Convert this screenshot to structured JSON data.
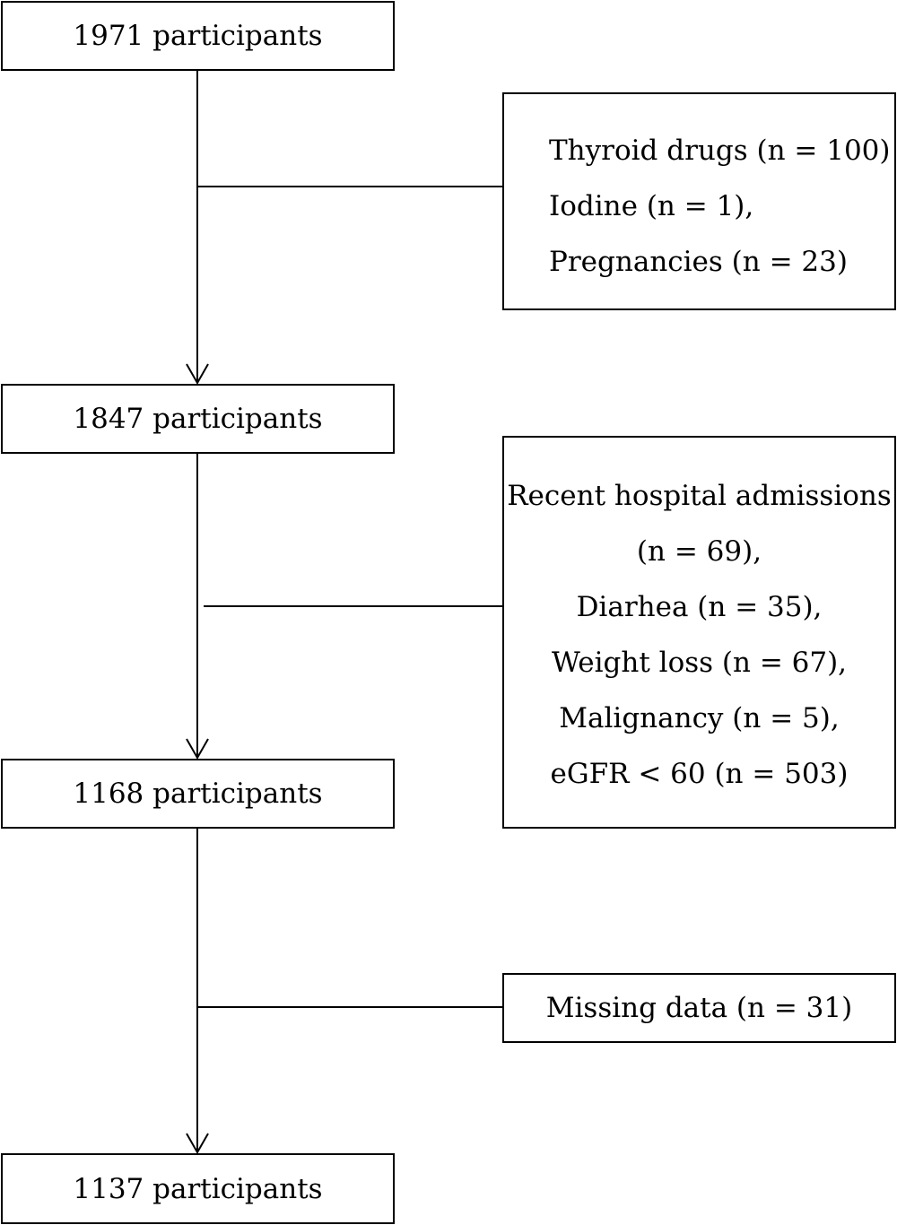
{
  "flow": {
    "steps": [
      "1971 participants",
      "1847 participants",
      "1168 participants",
      "1137 participants"
    ]
  },
  "exclusions": {
    "first": [
      "Thyroid drugs (n = 100)",
      "Iodine (n = 1),",
      "Pregnancies (n = 23)"
    ],
    "second": [
      "Recent hospital admissions",
      "(n = 69),",
      "Diarhea (n = 35),",
      "Weight loss (n = 67),",
      "Malignancy (n = 5),",
      "eGFR < 60 (n = 503)"
    ],
    "third": [
      "Missing data (n = 31)"
    ]
  },
  "style": {
    "line_color": "#000000",
    "box_border_color": "#000000",
    "background": "#ffffff"
  }
}
